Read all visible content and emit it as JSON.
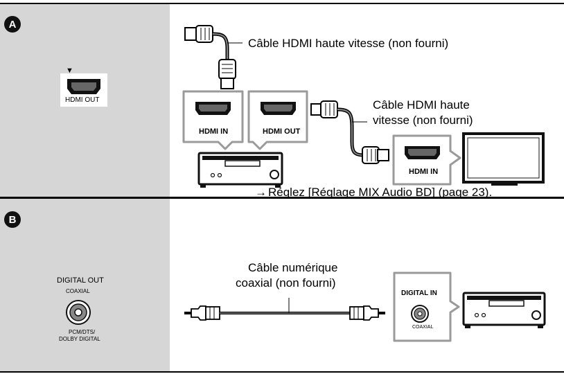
{
  "section_a": {
    "badge": "A",
    "player_port_arrow": "▼",
    "player_port": "HDMI OUT",
    "cable_label_1": "Câble HDMI haute vitesse (non fourni)",
    "cable_label_2_line1": "Câble HDMI haute",
    "cable_label_2_line2": "vitesse (non fourni)",
    "amp_in_port": "HDMI IN",
    "amp_out_port": "HDMI OUT",
    "tv_in_port": "HDMI IN",
    "note_arrow": "→",
    "note": "Réglez [Réglage MIX Audio BD] (page 23)."
  },
  "section_b": {
    "badge": "B",
    "player_port_title": "DIGITAL OUT",
    "player_port_sub": "COAXIAL",
    "player_port_footer_1": "PCM/DTS/",
    "player_port_footer_2": "DOLBY DIGITAL",
    "cable_label_line1": "Câble numérique",
    "cable_label_line2": "coaxial (non fourni)",
    "amp_in_port": "DIGITAL IN",
    "amp_in_sub": "COAXIAL"
  },
  "colors": {
    "panel_gray": "#d6d6d6",
    "border_gray": "#9a9a9a",
    "device_dark": "#1a1a1a"
  },
  "icons": [
    "hdmi-port-icon",
    "hdmi-plug-icon",
    "rca-plug-icon",
    "coaxial-jack-icon",
    "av-receiver-icon",
    "tv-icon"
  ]
}
